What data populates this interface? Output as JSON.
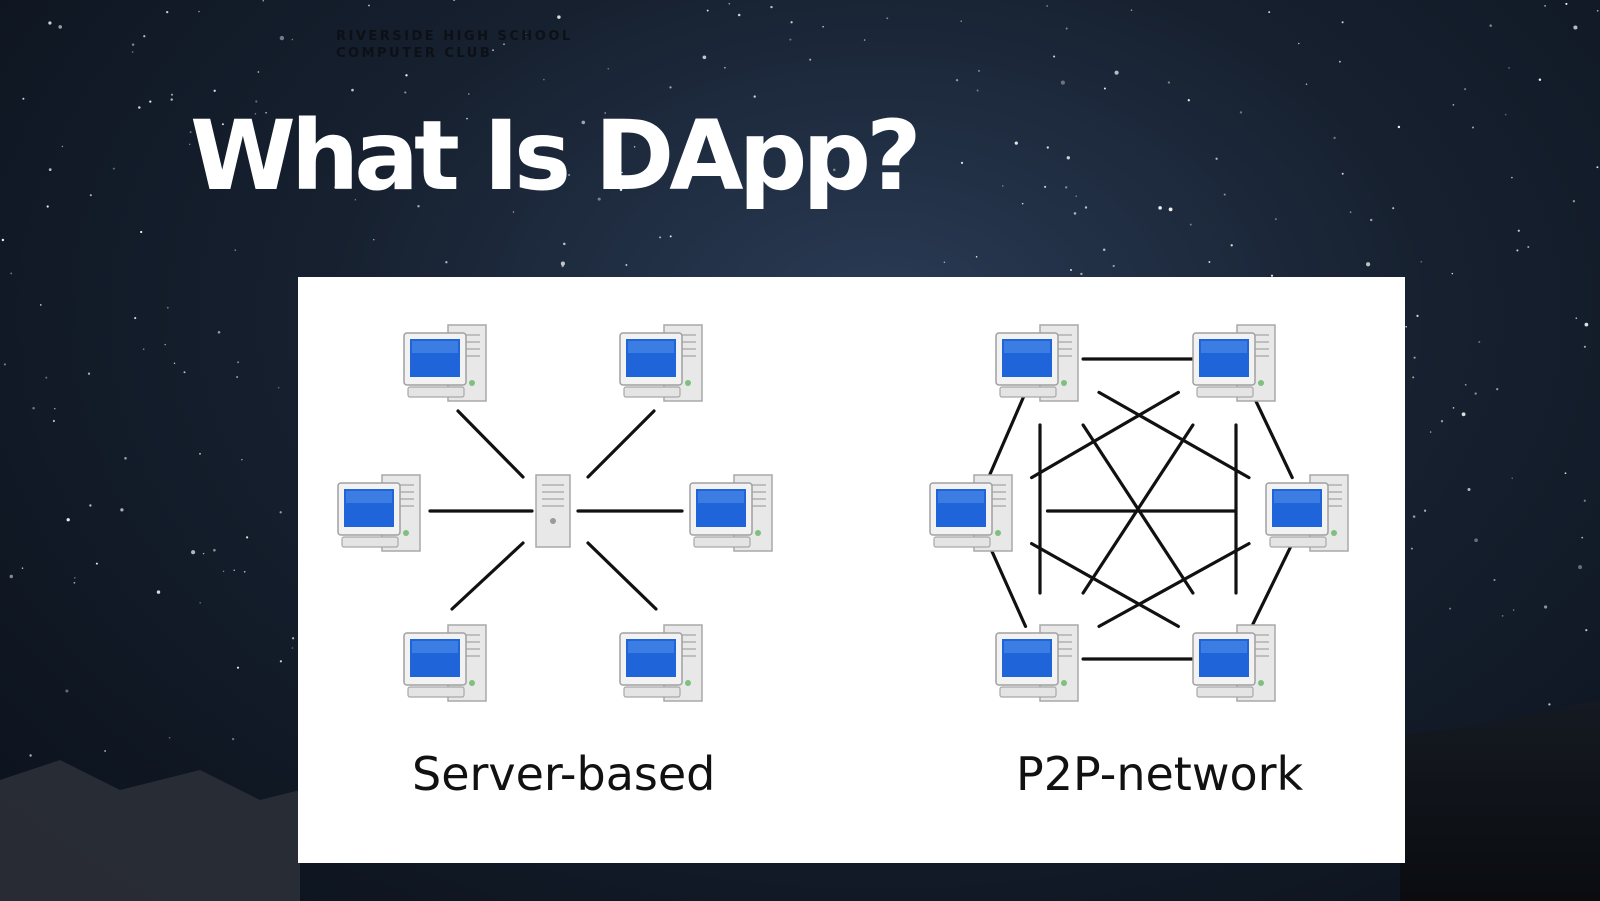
{
  "slide": {
    "org_line1": "RIVERSIDE HIGH SCHOOL",
    "org_line2": "COMPUTER CLUB",
    "title": "What Is  DApp?"
  },
  "diagram": {
    "left_label": "Server-based",
    "right_label": "P2P-network",
    "computer_screen_color": "#1f64d8"
  }
}
